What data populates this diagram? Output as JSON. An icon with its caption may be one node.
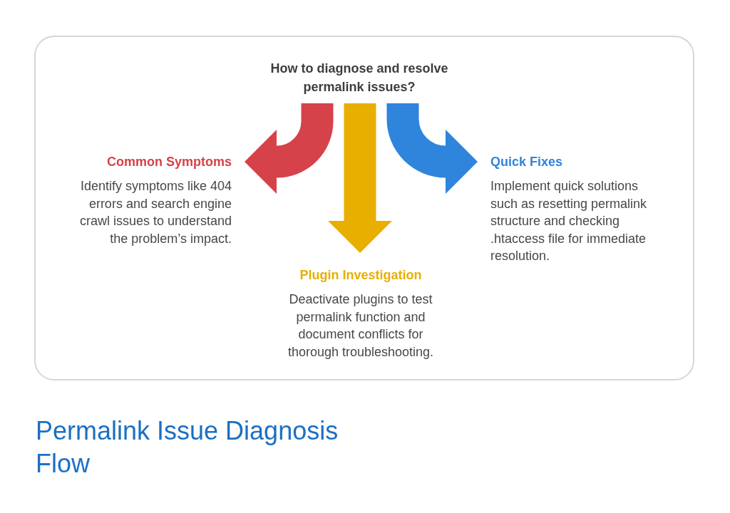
{
  "diagram": {
    "title": "Permalink Issue Diagnosis Flow",
    "nodes": [
      {
        "text": [
          "How to diagnose and resolve permalink issues?"
        ]
      },
      {
        "text": [
          "Common Symptoms",
          "Identify symptoms like 404 errors and search engine crawl issues to understand the problem’s impact."
        ]
      },
      {
        "text": [
          "Plugin Investigation",
          "Deactivate plugins to test permalink function and document conflicts for thorough troubleshooting."
        ]
      },
      {
        "text": [
          "Quick Fixes",
          "Implement quick solutions such as resetting permalink structure and checking .htaccess file for immediate resolution."
        ]
      }
    ],
    "edges": [
      {
        "from": 0,
        "to": 1,
        "arrow": "to",
        "color": "#d64249"
      },
      {
        "from": 0,
        "to": 2,
        "arrow": "to",
        "color": "#e8ae00"
      },
      {
        "from": 0,
        "to": 3,
        "arrow": "to",
        "color": "#2f84dc"
      }
    ]
  }
}
